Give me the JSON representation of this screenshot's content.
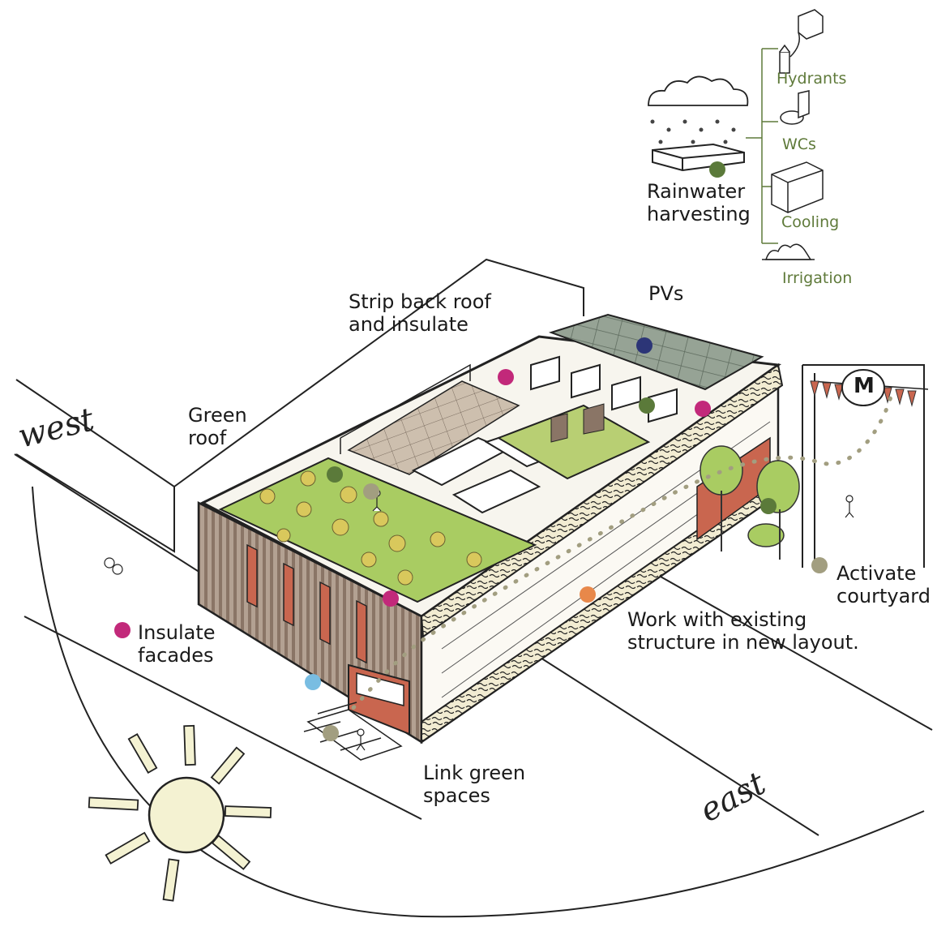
{
  "labels": {
    "green_roof": [
      "Green",
      "roof"
    ],
    "strip_back_roof": [
      "Strip back roof",
      "and insulate"
    ],
    "pvs": "PVs",
    "rainwater": [
      "Rainwater",
      "harvesting"
    ],
    "insulate_facades": [
      "Insulate",
      "facades"
    ],
    "work_existing": [
      "Work with existing",
      "structure in new layout."
    ],
    "activate_courtyard": [
      "Activate",
      "courtyard"
    ],
    "link_green": [
      "Link green",
      "spaces"
    ]
  },
  "rainwater_uses": [
    "Hydrants",
    "WCs",
    "Cooling",
    "Irrigation"
  ],
  "compass": {
    "west": "west",
    "east": "east"
  },
  "sign_letter": "M",
  "colors": {
    "magenta": "#c2297a",
    "dark_green": "#5b7a3a",
    "navy": "#2c3577",
    "taupe": "#a29e80",
    "orange": "#e8884a",
    "light_blue": "#79bde2",
    "roof_green": "#a9cc62",
    "facade_brown": "#9c8678",
    "brick": "#c9664f",
    "pv_grey": "#8d9a8c",
    "usage_green": "#5f7a3a"
  }
}
